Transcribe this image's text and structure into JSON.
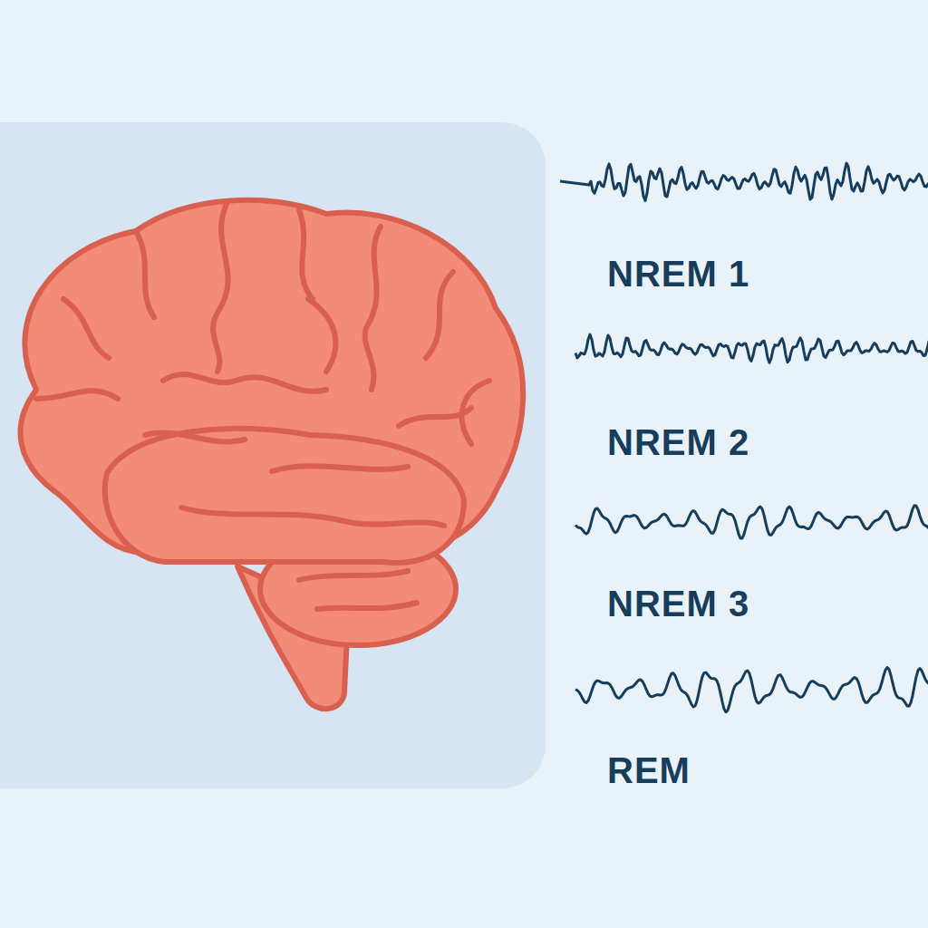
{
  "diagram": {
    "labels": [
      "NREM 1",
      "NREM 2",
      "NREM 3",
      "REM"
    ]
  }
}
